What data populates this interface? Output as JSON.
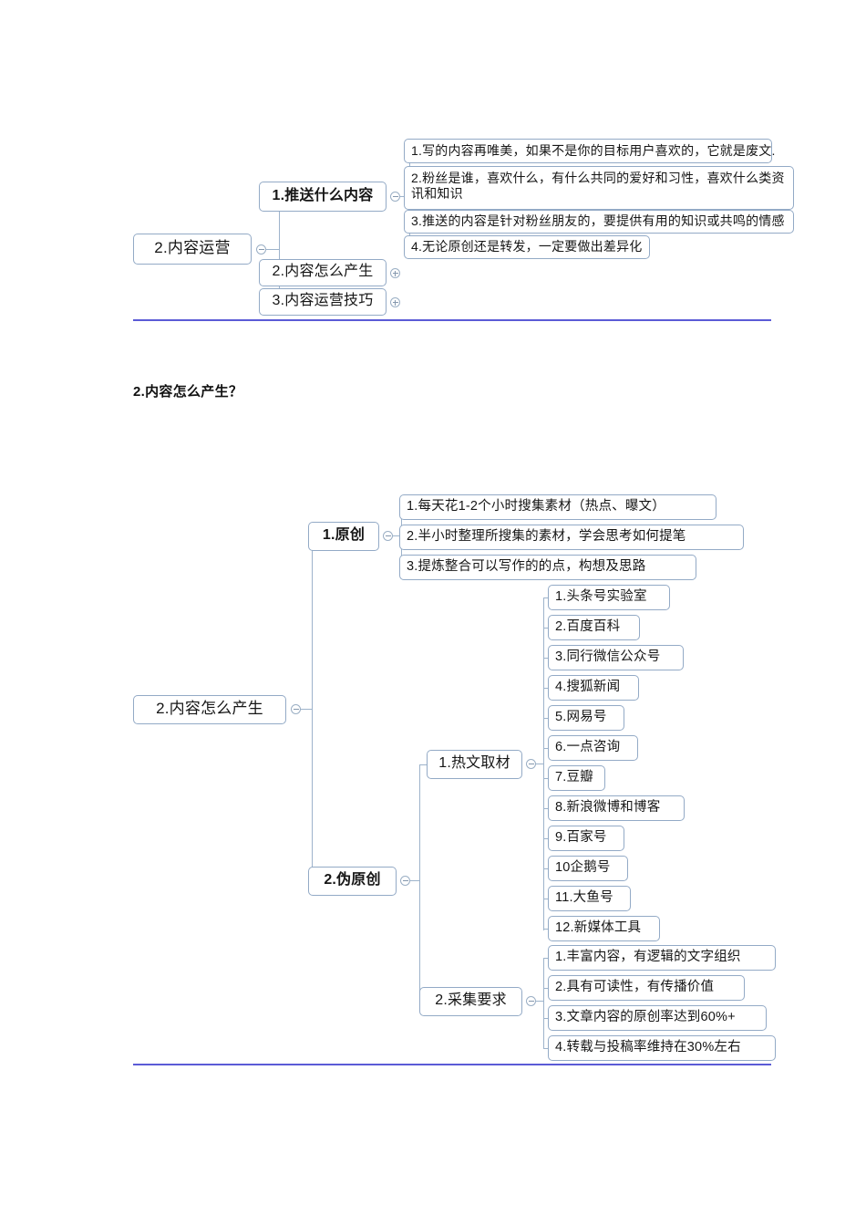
{
  "document": {
    "title": "内容运营思维导图",
    "accent_rule_color": "#5b5bd6",
    "node_border_color": "#93aac6",
    "connector_color": "#9db3cb"
  },
  "section_heading": "2.内容怎么产生？",
  "maps": [
    {
      "id": "map-content-operation",
      "root": "2.内容运营",
      "root_toggle": "minus",
      "branches": [
        {
          "label": "1.推送什么内容",
          "toggle": "minus",
          "leaves": [
            "1.写的内容再唯美，如果不是你的目标用户喜欢的，它就是废文.",
            "2.粉丝是谁，喜欢什么，有什么共同的爱好和习性，喜欢什么类资讯和知识",
            "3.推送的内容是针对粉丝朋友的，要提供有用的知识或共鸣的情感",
            "4.无论原创还是转发，一定要做出差异化"
          ]
        },
        {
          "label": "2.内容怎么产生",
          "toggle": "plus",
          "leaves": []
        },
        {
          "label": "3.内容运营技巧",
          "toggle": "plus",
          "leaves": []
        }
      ]
    },
    {
      "id": "map-content-creation",
      "root": "2.内容怎么产生",
      "root_toggle": "minus",
      "branches": [
        {
          "label": "1.原创",
          "toggle": "minus",
          "leaves": [
            "1.每天花1-2个小时搜集素材（热点、曝文）",
            "2.半小时整理所搜集的素材，学会思考如何提笔",
            "3.提炼整合可以写作的的点，构想及思路"
          ]
        },
        {
          "label": "2.伪原创",
          "toggle": "minus",
          "subgroups": [
            {
              "label": "1.热文取材",
              "toggle": "minus",
              "leaves": [
                "1.头条号实验室",
                "2.百度百科",
                "3.同行微信公众号",
                "4.搜狐新闻",
                "5.网易号",
                "6.一点咨询",
                "7.豆瓣",
                "8.新浪微博和博客",
                "9.百家号",
                "10企鹅号",
                "11.大鱼号",
                "12.新媒体工具"
              ]
            },
            {
              "label": "2.采集要求",
              "toggle": "minus",
              "leaves": [
                "1.丰富内容，有逻辑的文字组织",
                "2.具有可读性，有传播价值",
                "3.文章内容的原创率达到60%+",
                "4.转载与投稿率维持在30%左右"
              ]
            }
          ]
        }
      ]
    }
  ]
}
